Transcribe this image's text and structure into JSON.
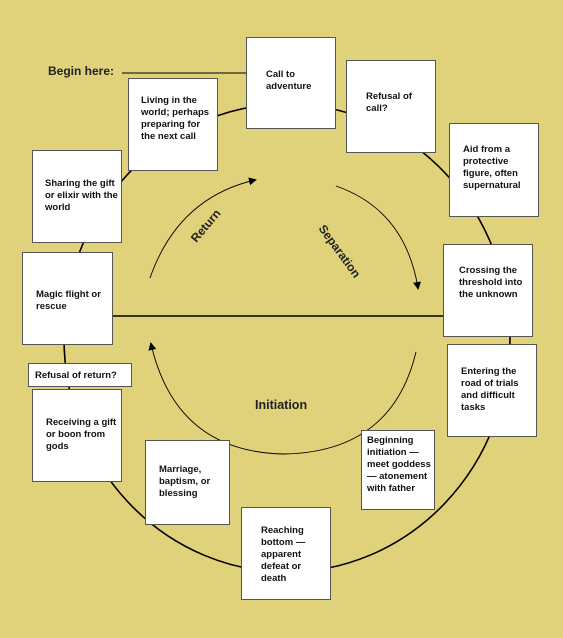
{
  "begin_label": "Begin here:",
  "phases": {
    "return": "Return",
    "separation": "Separation",
    "initiation": "Initiation"
  },
  "stages": {
    "call": "Call to adventure",
    "refusal_call": "Refusal of call?",
    "aid": "Aid from a protective figure, often supernatural",
    "threshold": "Crossing the threshold into the unknown",
    "trials": "Entering the road of trials and difficult tasks",
    "goddess": "Beginning initiation — meet goddess — atonement with father",
    "bottom": "Reaching bottom — apparent defeat or death",
    "marriage": "Marriage, baptism, or blessing",
    "gift": "Receiving a gift or boon from gods",
    "refusal_return": "Refusal of return?",
    "flight": "Magic flight or rescue",
    "sharing": "Sharing the gift or elixir with the world",
    "living": "Living in the world; perhaps preparing for the next call"
  },
  "colors": {
    "background": "#e0d27a",
    "box_fill": "#ffffff",
    "line": "#000000"
  }
}
